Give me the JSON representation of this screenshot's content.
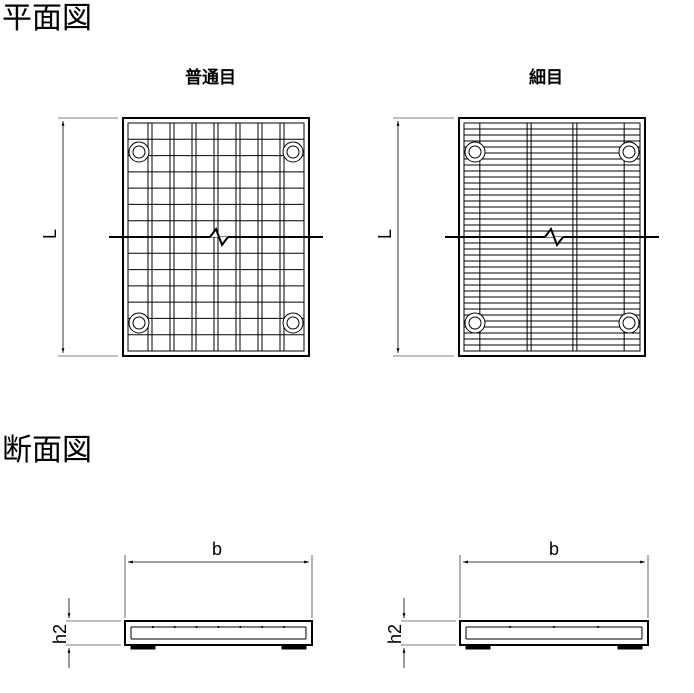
{
  "plan": {
    "title": "平面図",
    "left_label": "普通目",
    "right_label": "細目",
    "length_label": "L"
  },
  "section": {
    "title": "断面図",
    "width_label": "b",
    "height_label": "h2"
  },
  "colors": {
    "line": "#000000",
    "background": "#ffffff"
  }
}
